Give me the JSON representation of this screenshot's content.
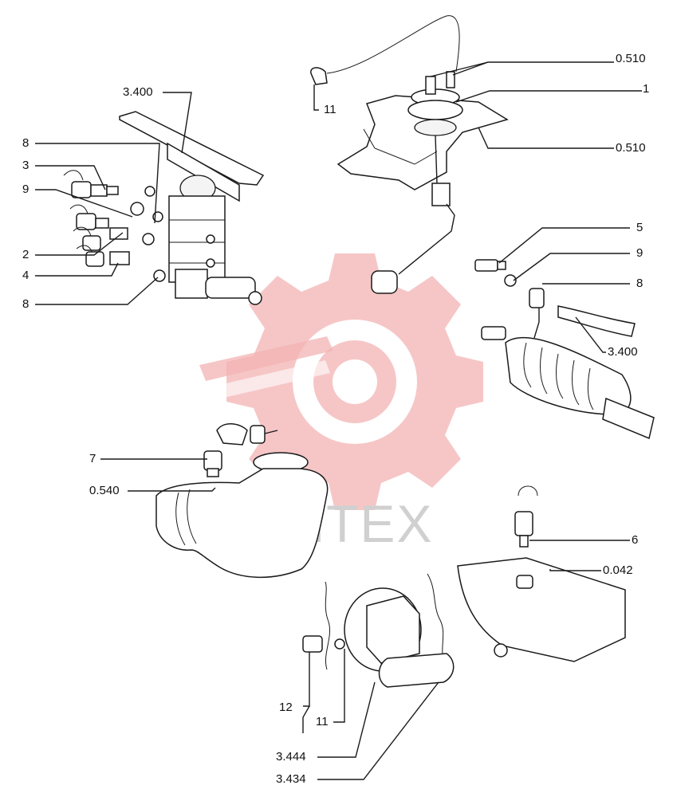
{
  "watermark": {
    "text": "ИНТЕХ",
    "color": "#e85a5a"
  },
  "callouts": {
    "c0510_top": "0.510",
    "c1": "1",
    "c0510_mid": "0.510",
    "c11_top": "11",
    "c3400_left": "3.400",
    "c8_top_left": "8",
    "c3": "3",
    "c9_left": "9",
    "c2": "2",
    "c4": "4",
    "c8_bottom_left": "8",
    "c5": "5",
    "c9_right": "9",
    "c8_right": "8",
    "c3400_right": "3.400",
    "c7": "7",
    "c0540": "0.540",
    "c6": "6",
    "c0042": "0.042",
    "c12": "12",
    "c11_bottom": "11",
    "c3444": "3.444",
    "c3434": "3.434"
  }
}
